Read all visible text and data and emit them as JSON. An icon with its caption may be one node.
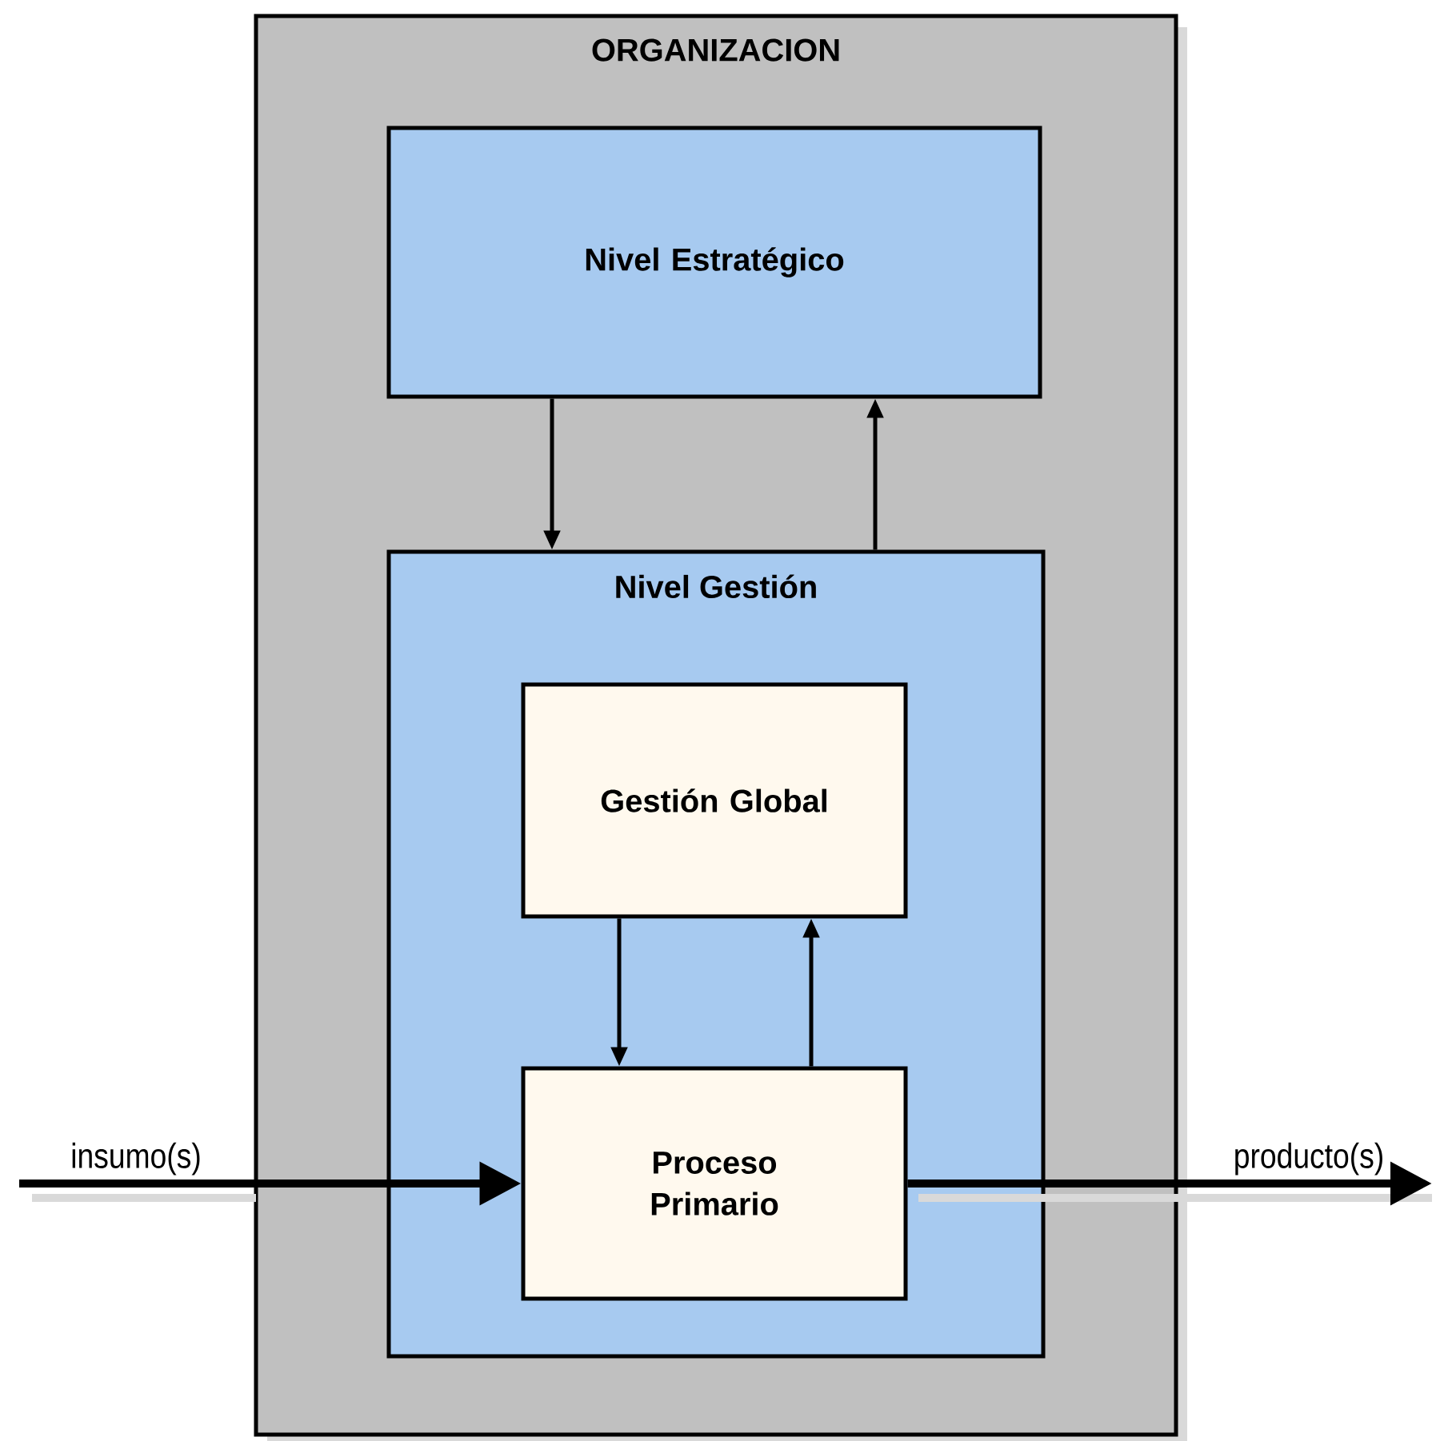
{
  "diagram": {
    "nodes": [
      {
        "text": [
          "ORGANIZACION"
        ]
      },
      {
        "text": [
          "Nivel Estratégico"
        ],
        "in": 0
      },
      {
        "text": [
          "Nivel Gestión"
        ],
        "in": 0
      },
      {
        "text": [
          "Gestión Global"
        ],
        "in": 2
      },
      {
        "text": [
          "Proceso Primario"
        ],
        "in": 2
      }
    ],
    "edges": [
      {
        "from": 1,
        "to": 2,
        "arrow": "to"
      },
      {
        "from": 2,
        "to": 1,
        "arrow": "to"
      },
      {
        "from": 3,
        "to": 4,
        "arrow": "to"
      },
      {
        "from": 4,
        "to": 3,
        "arrow": "to"
      },
      {
        "from": null,
        "to": 4,
        "arrow": "to",
        "label": "insumo(s)",
        "style": "thick"
      },
      {
        "from": 4,
        "to": null,
        "arrow": "to",
        "label": "producto(s)",
        "style": "thick"
      }
    ]
  }
}
